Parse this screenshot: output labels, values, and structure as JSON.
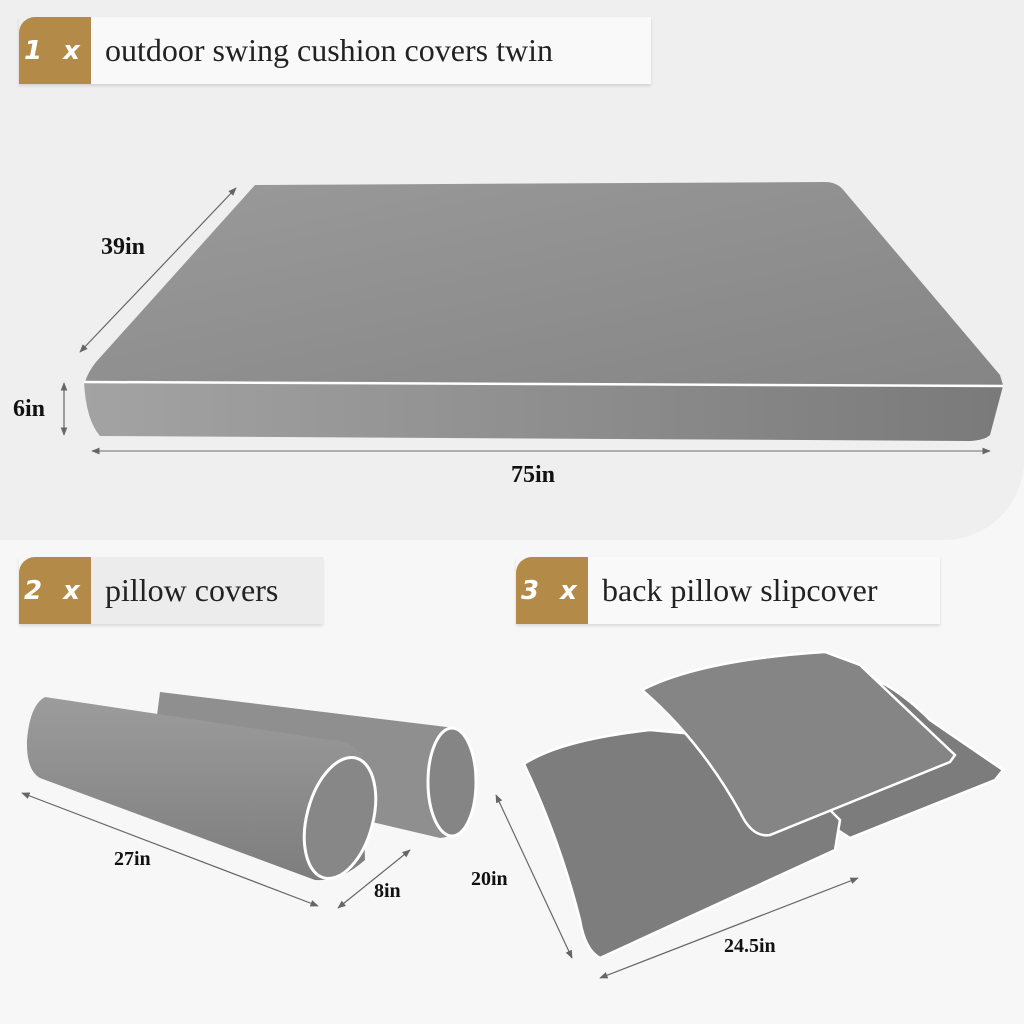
{
  "sections": [
    {
      "quantity_badge": "1 x",
      "title": "outdoor swing cushion covers twin",
      "item": "seat-cushion",
      "dimensions": {
        "depth": "39in",
        "height": "6in",
        "width": "75in"
      }
    },
    {
      "quantity_badge": "2 x",
      "title": "pillow covers",
      "item": "bolster-pillows",
      "dimensions": {
        "length": "27in",
        "diameter": "8in"
      }
    },
    {
      "quantity_badge": "3 x",
      "title": "back pillow slipcover",
      "item": "back-pillows",
      "dimensions": {
        "height": "20in",
        "width": "24.5in"
      }
    }
  ],
  "colors": {
    "badge": "#b48a48",
    "fabric": "#8c8c8c",
    "piping": "#ffffff",
    "panel_bg": "#efefef",
    "page_bg": "#f7f7f7"
  }
}
